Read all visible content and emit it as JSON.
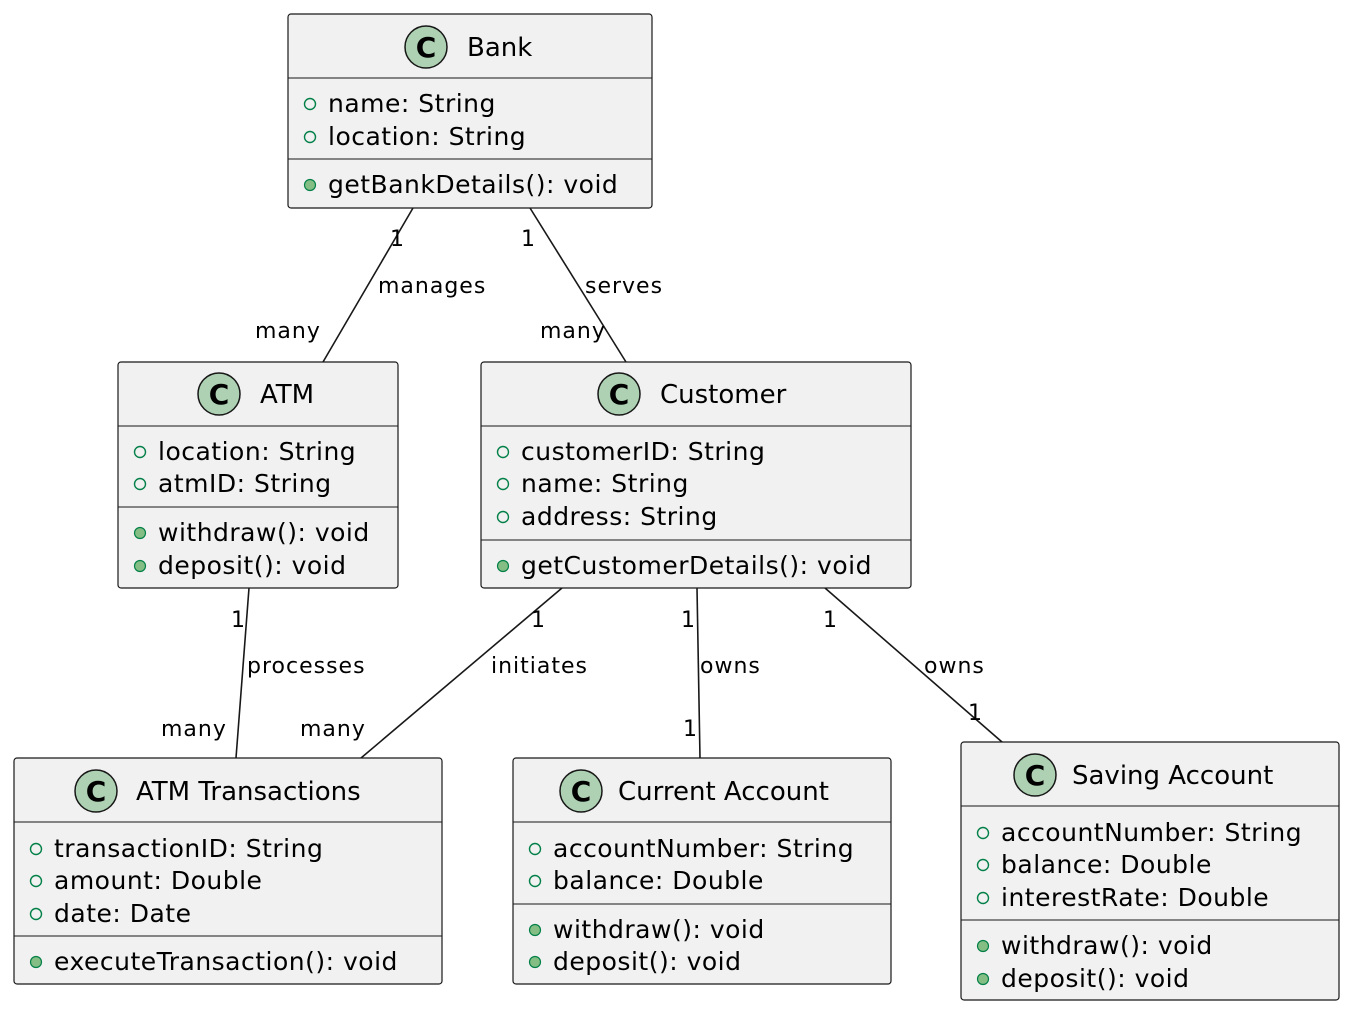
{
  "diagram": {
    "class_icon_letter": "C",
    "colors": {
      "box_fill": "#f1f1f1",
      "border": "#181818",
      "icon_fill": "#add1b2",
      "public_marker": "#038048",
      "method_marker_fill": "#84be84"
    },
    "classes": {
      "bank": {
        "name": "Bank",
        "attributes": [
          "name: String",
          "location: String"
        ],
        "methods": [
          "getBankDetails(): void"
        ]
      },
      "atm": {
        "name": "ATM",
        "attributes": [
          "location: String",
          "atmID: String"
        ],
        "methods": [
          "withdraw(): void",
          "deposit(): void"
        ]
      },
      "customer": {
        "name": "Customer",
        "attributes": [
          "customerID: String",
          "name: String",
          "address: String"
        ],
        "methods": [
          "getCustomerDetails(): void"
        ]
      },
      "atm_transactions": {
        "name": "ATM Transactions",
        "attributes": [
          "transactionID: String",
          "amount: Double",
          "date: Date"
        ],
        "methods": [
          "executeTransaction(): void"
        ]
      },
      "current_account": {
        "name": "Current Account",
        "attributes": [
          "accountNumber: String",
          "balance: Double"
        ],
        "methods": [
          "withdraw(): void",
          "deposit(): void"
        ]
      },
      "saving_account": {
        "name": "Saving Account",
        "attributes": [
          "accountNumber: String",
          "balance: Double",
          "interestRate: Double"
        ],
        "methods": [
          "withdraw(): void",
          "deposit(): void"
        ]
      }
    },
    "relations": [
      {
        "id": "bank-atm",
        "label": "manages",
        "from_mult": "1",
        "to_mult": "many"
      },
      {
        "id": "bank-customer",
        "label": "serves",
        "from_mult": "1",
        "to_mult": "many"
      },
      {
        "id": "atm-transactions",
        "label": "processes",
        "from_mult": "1",
        "to_mult": "many"
      },
      {
        "id": "customer-transactions",
        "label": "initiates",
        "from_mult": "1",
        "to_mult": "many"
      },
      {
        "id": "customer-current",
        "label": "owns",
        "from_mult": "1",
        "to_mult": "1"
      },
      {
        "id": "customer-saving",
        "label": "owns",
        "from_mult": "1",
        "to_mult": "1"
      }
    ]
  }
}
